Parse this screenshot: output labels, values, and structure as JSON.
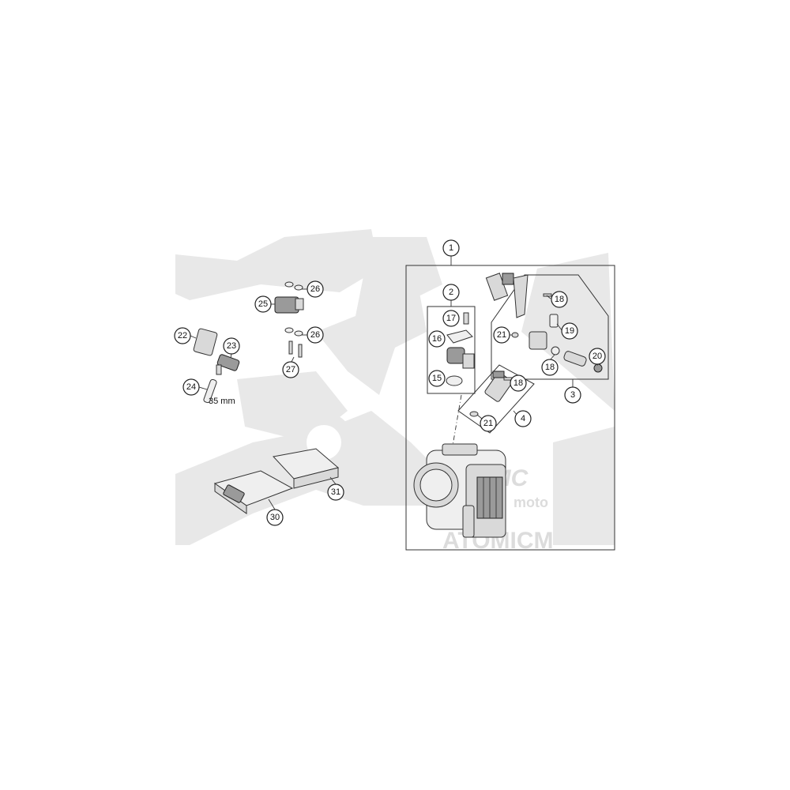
{
  "diagram": {
    "watermark": {
      "brand_script": "AMC",
      "brand_sub": "moto",
      "brand_banner": "ATOMICM"
    },
    "dimension_label": "35 mm",
    "callouts": {
      "c1": "1",
      "c2": "2",
      "c3": "3",
      "c4": "4",
      "c15": "15",
      "c16": "16",
      "c17": "17",
      "c18a": "18",
      "c18b": "18",
      "c18c": "18",
      "c19": "19",
      "c20": "20",
      "c21a": "21",
      "c21b": "21",
      "c22": "22",
      "c23": "23",
      "c24": "24",
      "c25": "25",
      "c26a": "26",
      "c26b": "26",
      "c27": "27",
      "c30": "30",
      "c31": "31"
    }
  }
}
